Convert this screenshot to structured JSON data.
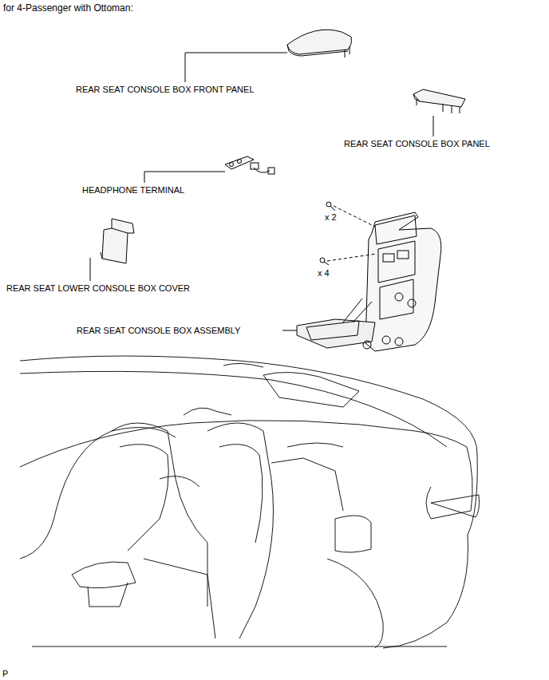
{
  "diagram": {
    "title": "for 4-Passenger with Ottoman:",
    "labels": [
      "REAR SEAT CONSOLE BOX FRONT PANEL",
      "REAR SEAT CONSOLE BOX PANEL",
      "HEADPHONE TERMINAL",
      "x 2",
      "x 4",
      "REAR SEAT LOWER CONSOLE BOX COVER",
      "REAR SEAT CONSOLE BOX ASSEMBLY",
      "P"
    ]
  }
}
